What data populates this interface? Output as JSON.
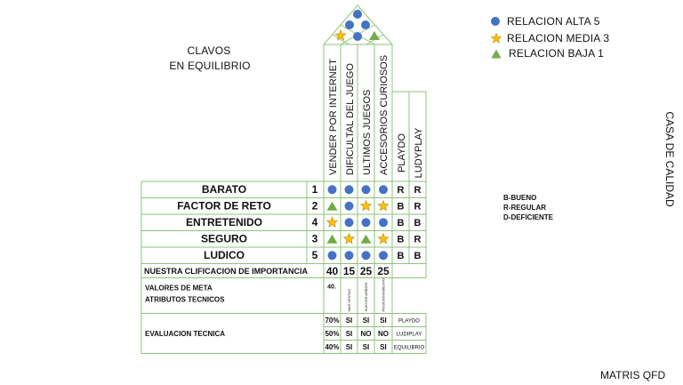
{
  "title": {
    "line1": "CLAVOS",
    "line2": "EN EQUILIBRIO"
  },
  "legend": [
    {
      "symbol": "circle",
      "label": "RELACION ALTA  5"
    },
    {
      "symbol": "star",
      "label": "RELACION MEDIA 3"
    },
    {
      "symbol": "triangle",
      "label": "RELACION BAJA 1"
    }
  ],
  "side_label": "CASA DE CALIDAD",
  "footer_label": "MATRIS QFD",
  "rating_key": [
    "B-BUENO",
    "R-REGULAR",
    "D-DEFICIENTE"
  ],
  "columns": [
    "VENDER POR INTERNET",
    "DIFICULTAL DEL JUEGO",
    "ULTIMOS JUEGOS",
    "ACCESORIOS CURIOSOS"
  ],
  "competitors": [
    "PLAYDO",
    "LUDYPLAY"
  ],
  "rows": [
    {
      "label": "BARATO",
      "weight": "1",
      "cells": [
        "circle",
        "circle",
        "circle",
        "circle"
      ],
      "ratings": [
        "R",
        "R"
      ]
    },
    {
      "label": "FACTOR DE RETO",
      "weight": "2",
      "cells": [
        "triangle",
        "circle",
        "star",
        "star"
      ],
      "ratings": [
        "B",
        "R"
      ]
    },
    {
      "label": "ENTRETENIDO",
      "weight": "4",
      "cells": [
        "star",
        "circle",
        "circle",
        "circle"
      ],
      "ratings": [
        "B",
        "B"
      ]
    },
    {
      "label": "SEGURO",
      "weight": "3",
      "cells": [
        "triangle",
        "star",
        "triangle",
        "star"
      ],
      "ratings": [
        "B",
        "R"
      ]
    },
    {
      "label": "LUDICO",
      "weight": "5",
      "cells": [
        "circle",
        "circle",
        "circle",
        "circle"
      ],
      "ratings": [
        "B",
        "B"
      ]
    }
  ],
  "importance": {
    "label": "NUESTRA CLIFICACION DE IMPORTANCIA",
    "values": [
      "40",
      "15",
      "25",
      "25"
    ]
  },
  "targets": {
    "label_line1": "VALORES DE META",
    "label_line2": "ATRIBUTOS TECNICOS",
    "values": [
      "40.",
      "MAS VENTAS",
      "NUEVOS ARBIOS",
      "POSICIONAMIENTO"
    ]
  },
  "evaluation": {
    "label": "EVALUACION TECNICA",
    "rows": [
      {
        "values": [
          "70%",
          "SI",
          "SI",
          "SI"
        ],
        "name": "PLAYDO"
      },
      {
        "values": [
          "50%",
          "SI",
          "NO",
          "NO"
        ],
        "name": "LUDIPLAY"
      },
      {
        "values": [
          "40%",
          "SI",
          "SI",
          "SI"
        ],
        "name": "EQUILIBRIO"
      }
    ]
  },
  "roof": [
    "circle",
    "circle",
    "circle",
    "star",
    "circle",
    "triangle"
  ],
  "colors": {
    "grid": "#8dc47a",
    "circle": "#4472c4",
    "star": "#ffc000",
    "star_edge": "#b8860b",
    "triangle": "#70ad47"
  }
}
